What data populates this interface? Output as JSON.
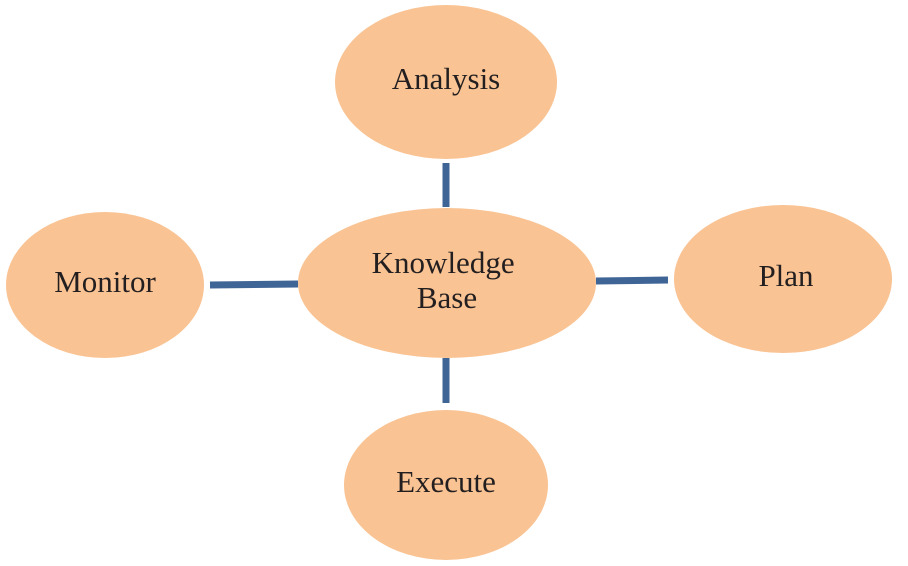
{
  "diagram": {
    "center": {
      "line1": "Knowledge",
      "line2": "Base"
    },
    "nodes": {
      "analysis": "Analysis",
      "plan": "Plan",
      "monitor": "Monitor",
      "execute": "Execute"
    },
    "colors": {
      "node_fill": "#f9c393",
      "connector": "#3f6496",
      "text": "#231f20"
    }
  }
}
